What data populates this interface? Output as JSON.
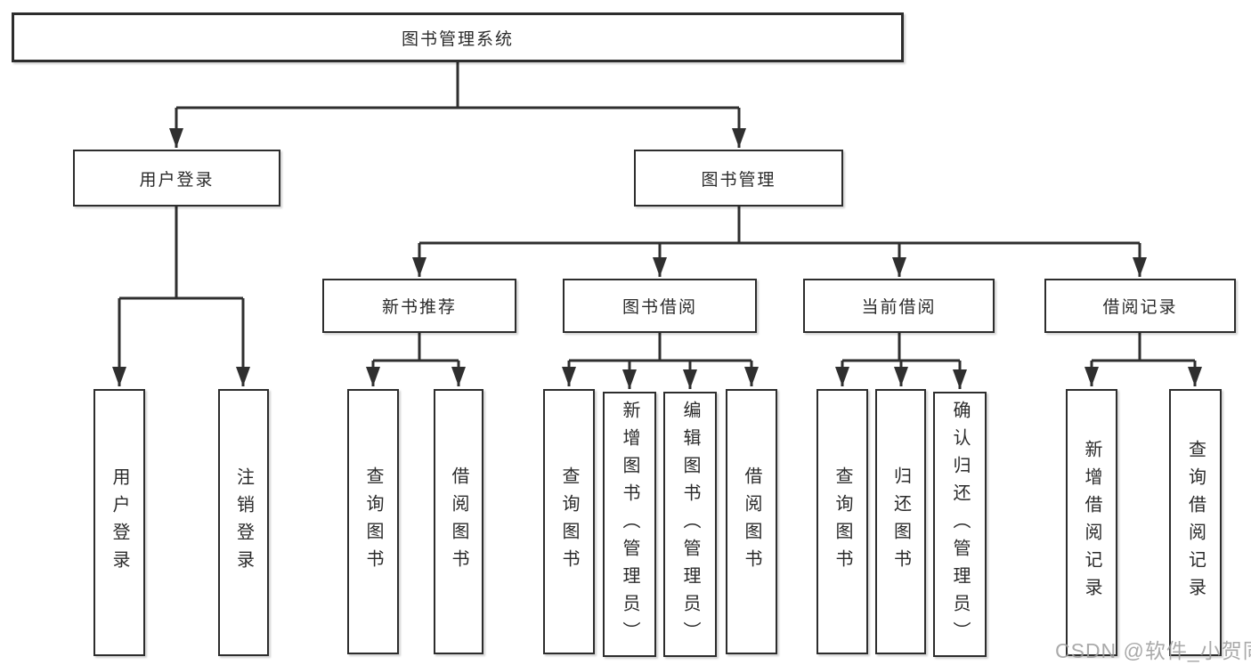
{
  "tree": {
    "root": {
      "label": "图书管理系统"
    },
    "branches": [
      {
        "label": "用户登录",
        "children": [
          {
            "label": "用户登录"
          },
          {
            "label": "注销登录"
          }
        ]
      },
      {
        "label": "图书管理",
        "children": [
          {
            "label": "新书推荐",
            "children": [
              {
                "label": "查询图书"
              },
              {
                "label": "借阅图书"
              }
            ]
          },
          {
            "label": "图书借阅",
            "children": [
              {
                "label": "查询图书"
              },
              {
                "label": "新增图书（管理员）"
              },
              {
                "label": "编辑图书（管理员）"
              },
              {
                "label": "借阅图书"
              }
            ]
          },
          {
            "label": "当前借阅",
            "children": [
              {
                "label": "查询图书"
              },
              {
                "label": "归还图书"
              },
              {
                "label": "确认归还（管理员）"
              }
            ]
          },
          {
            "label": "借阅记录",
            "children": [
              {
                "label": "新增借阅记录"
              },
              {
                "label": "查询借阅记录"
              }
            ]
          }
        ]
      }
    ]
  },
  "watermark": {
    "text": "CSDN @软件_小贺同学"
  },
  "colors": {
    "background": "#ffffff",
    "line": "#2f2f2f",
    "box_border": "#2d2d2d",
    "text": "#2b2b2b",
    "watermark": "#9e9e9e"
  }
}
